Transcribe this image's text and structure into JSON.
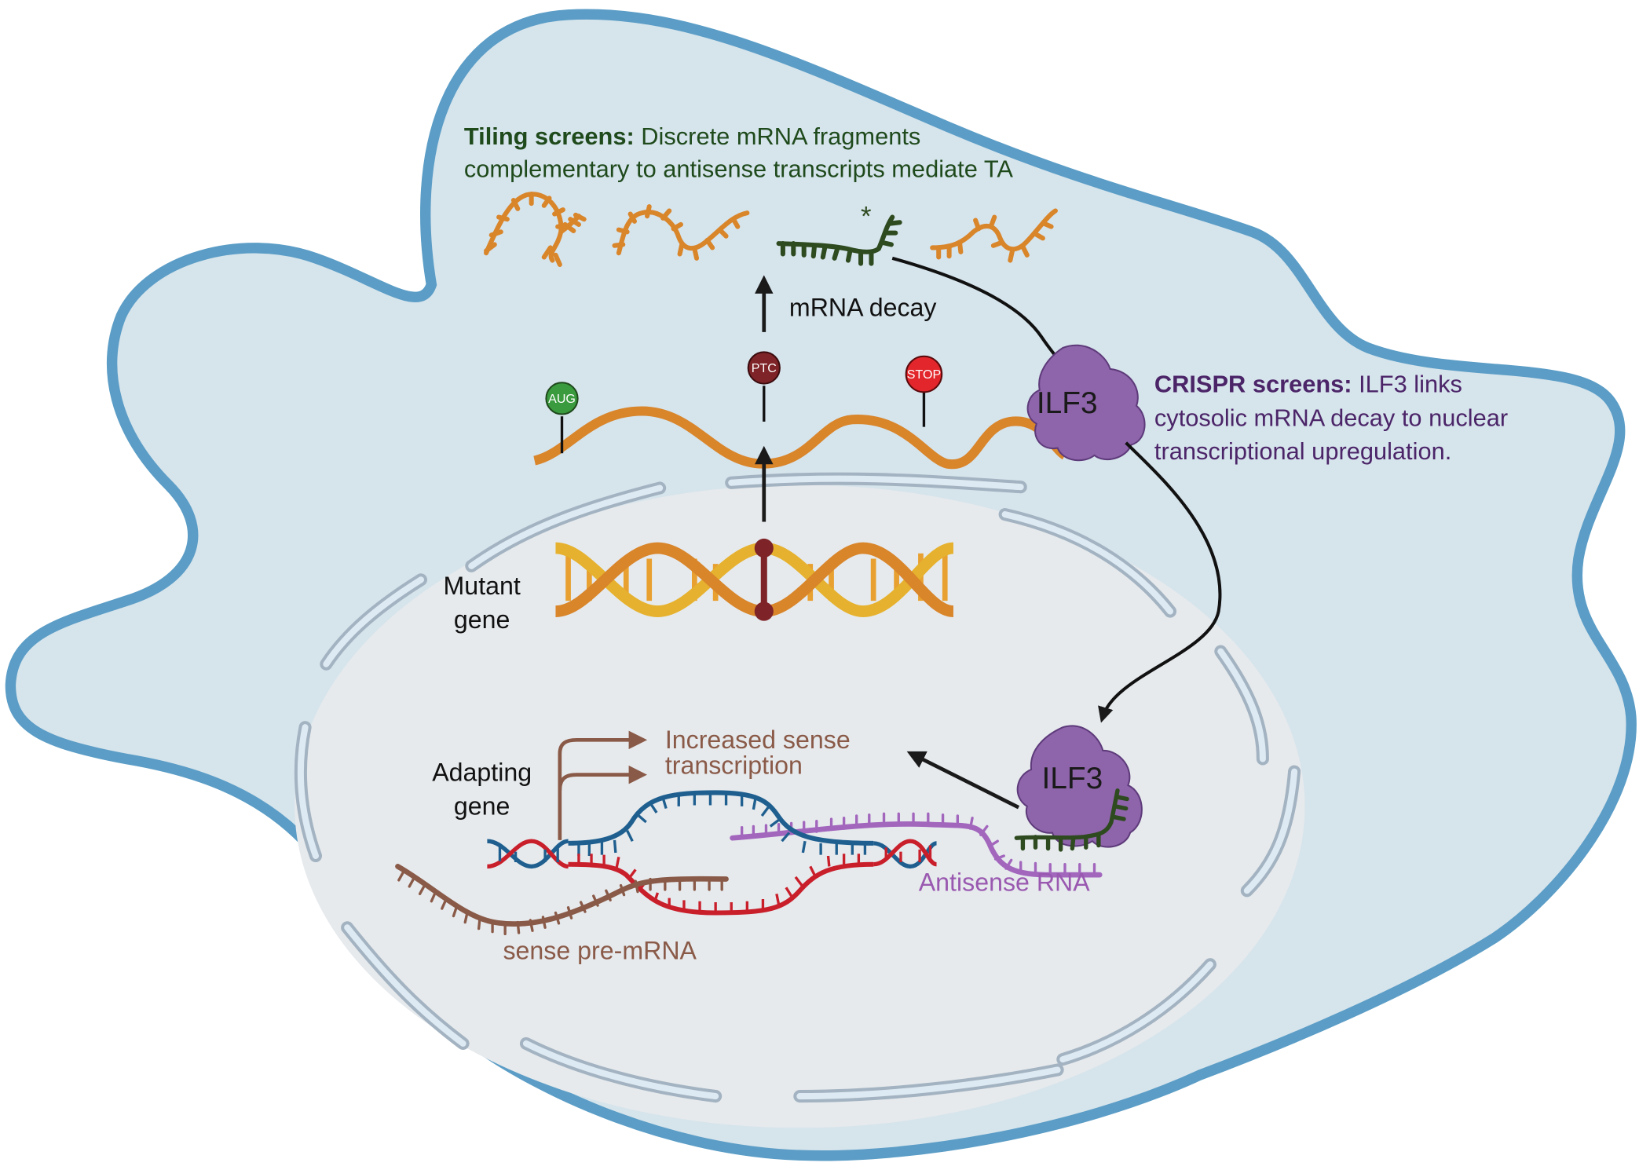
{
  "figure": {
    "title": "ILF3 links cytosolic mRNA decay to nuclear transcriptional adaptation",
    "colors": {
      "membrane": "#5b9dc6",
      "cytoplasm": "#d6e4ec",
      "nucleoplasm": "#e6eaed",
      "envelope_stroke": "#a3b3c1",
      "envelope_fill": "#deeaf3",
      "mrna_orange": "#d9852a",
      "fragment_green": "#2e4a1f",
      "ilf3_purple": "#8e64aa",
      "aug_green": "#3a9b3e",
      "ptc_maroon": "#7e2327",
      "stop_red": "#e2262b",
      "sense_dna_red": "#c91f2b",
      "antisense_dna_blue": "#1f5f8f",
      "antisense_rna_purple": "#a266bd",
      "pre_mrna_brown": "#8a5a48"
    }
  },
  "tiling": {
    "bold_label": "Tiling screens:",
    "line1_rest": " Discrete mRNA fragments",
    "line2": "complementary to antisense transcripts mediate TA",
    "fragment_marker": "*"
  },
  "mrna_decay": {
    "label": "mRNA decay"
  },
  "codons": {
    "start": "AUG",
    "premature_stop": "PTC",
    "stop": "STOP"
  },
  "mutant_gene": {
    "line1": "Mutant",
    "line2": "gene"
  },
  "crispr": {
    "bold_label": "CRISPR screens:",
    "line1_rest": " ILF3 links",
    "line2": "cytosolic mRNA decay to nuclear",
    "line3": "transcriptional upregulation."
  },
  "ilf3": {
    "cytosolic_label": "ILF3",
    "nuclear_label": "ILF3"
  },
  "adapting_gene": {
    "line1": "Adapting",
    "line2": "gene"
  },
  "increased_transcription": {
    "line1": "Increased sense",
    "line2": "transcription"
  },
  "antisense_rna": {
    "label": "Antisense RNA"
  },
  "sense_pre_mrna": {
    "label": "sense pre-mRNA"
  }
}
